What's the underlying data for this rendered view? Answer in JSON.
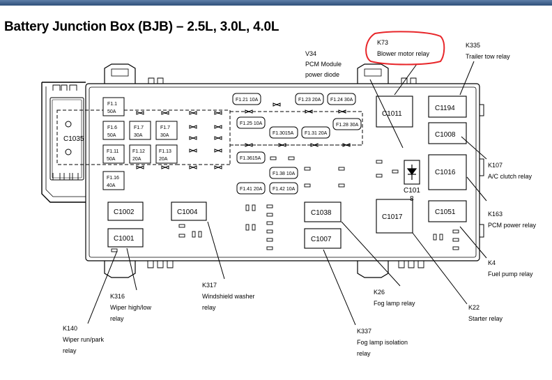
{
  "title": "Battery Junction Box (BJB) – 2.5L, 3.0L, 4.0L",
  "highlight_color": "#e8262a",
  "fuses": {
    "f1_1": [
      "F1.1",
      "50A"
    ],
    "f1_6": [
      "F1.6",
      "50A"
    ],
    "f1_7": [
      "F1.7",
      "30A"
    ],
    "f1_8": [
      "F1.7",
      "30A"
    ],
    "f1_11": [
      "F1.11",
      "50A"
    ],
    "f1_12": [
      "F1.12",
      "20A"
    ],
    "f1_13": [
      "F1.13",
      "20A"
    ],
    "f1_16": [
      "F1.16",
      "40A"
    ],
    "f1_21": "F1.21 10A",
    "f1_23": "F1.23 20A",
    "f1_24": "F1.24 30A",
    "f1_25": "F1.25 10A",
    "f1_30": "F1.3015A",
    "f1_31": "F1.31 20A",
    "f1_28": "F1.28 30A",
    "f1_35": "F1.3615A",
    "f1_38": "F1.38 10A",
    "f1_41": "F1.41 20A",
    "f1_42": "F1.42 10A"
  },
  "connectors": {
    "c1035": "C1035",
    "c1011": "C1011",
    "c1194": "C1194",
    "c1008": "C1008",
    "c1016": "C1016",
    "c101": "C101",
    "c101_pin": "8",
    "c1002": "C1002",
    "c1004": "C1004",
    "c1038": "C1038",
    "c1017": "C1017",
    "c1051": "C1051",
    "c1001": "C1001",
    "c1007": "C1007"
  },
  "callouts": {
    "v34": [
      "V34",
      "PCM Module",
      "power diode"
    ],
    "k73": [
      "K73",
      "Blower motor relay"
    ],
    "k335": [
      "K335",
      "Trailer tow relay"
    ],
    "k107": [
      "K107",
      "A/C clutch relay"
    ],
    "k163": [
      "K163",
      "PCM power relay"
    ],
    "k4": [
      "K4",
      "Fuel pump relay"
    ],
    "k22": [
      "K22",
      "Starter relay"
    ],
    "k26": [
      "K26",
      "Fog lamp relay"
    ],
    "k337": [
      "K337",
      "Fog lamp isolation",
      "relay"
    ],
    "k317": [
      "K317",
      "Windshield washer",
      "relay"
    ],
    "k316": [
      "K316",
      "Wiper high/low",
      "relay"
    ],
    "k140": [
      "K140",
      "Wiper run/park",
      "relay"
    ]
  }
}
